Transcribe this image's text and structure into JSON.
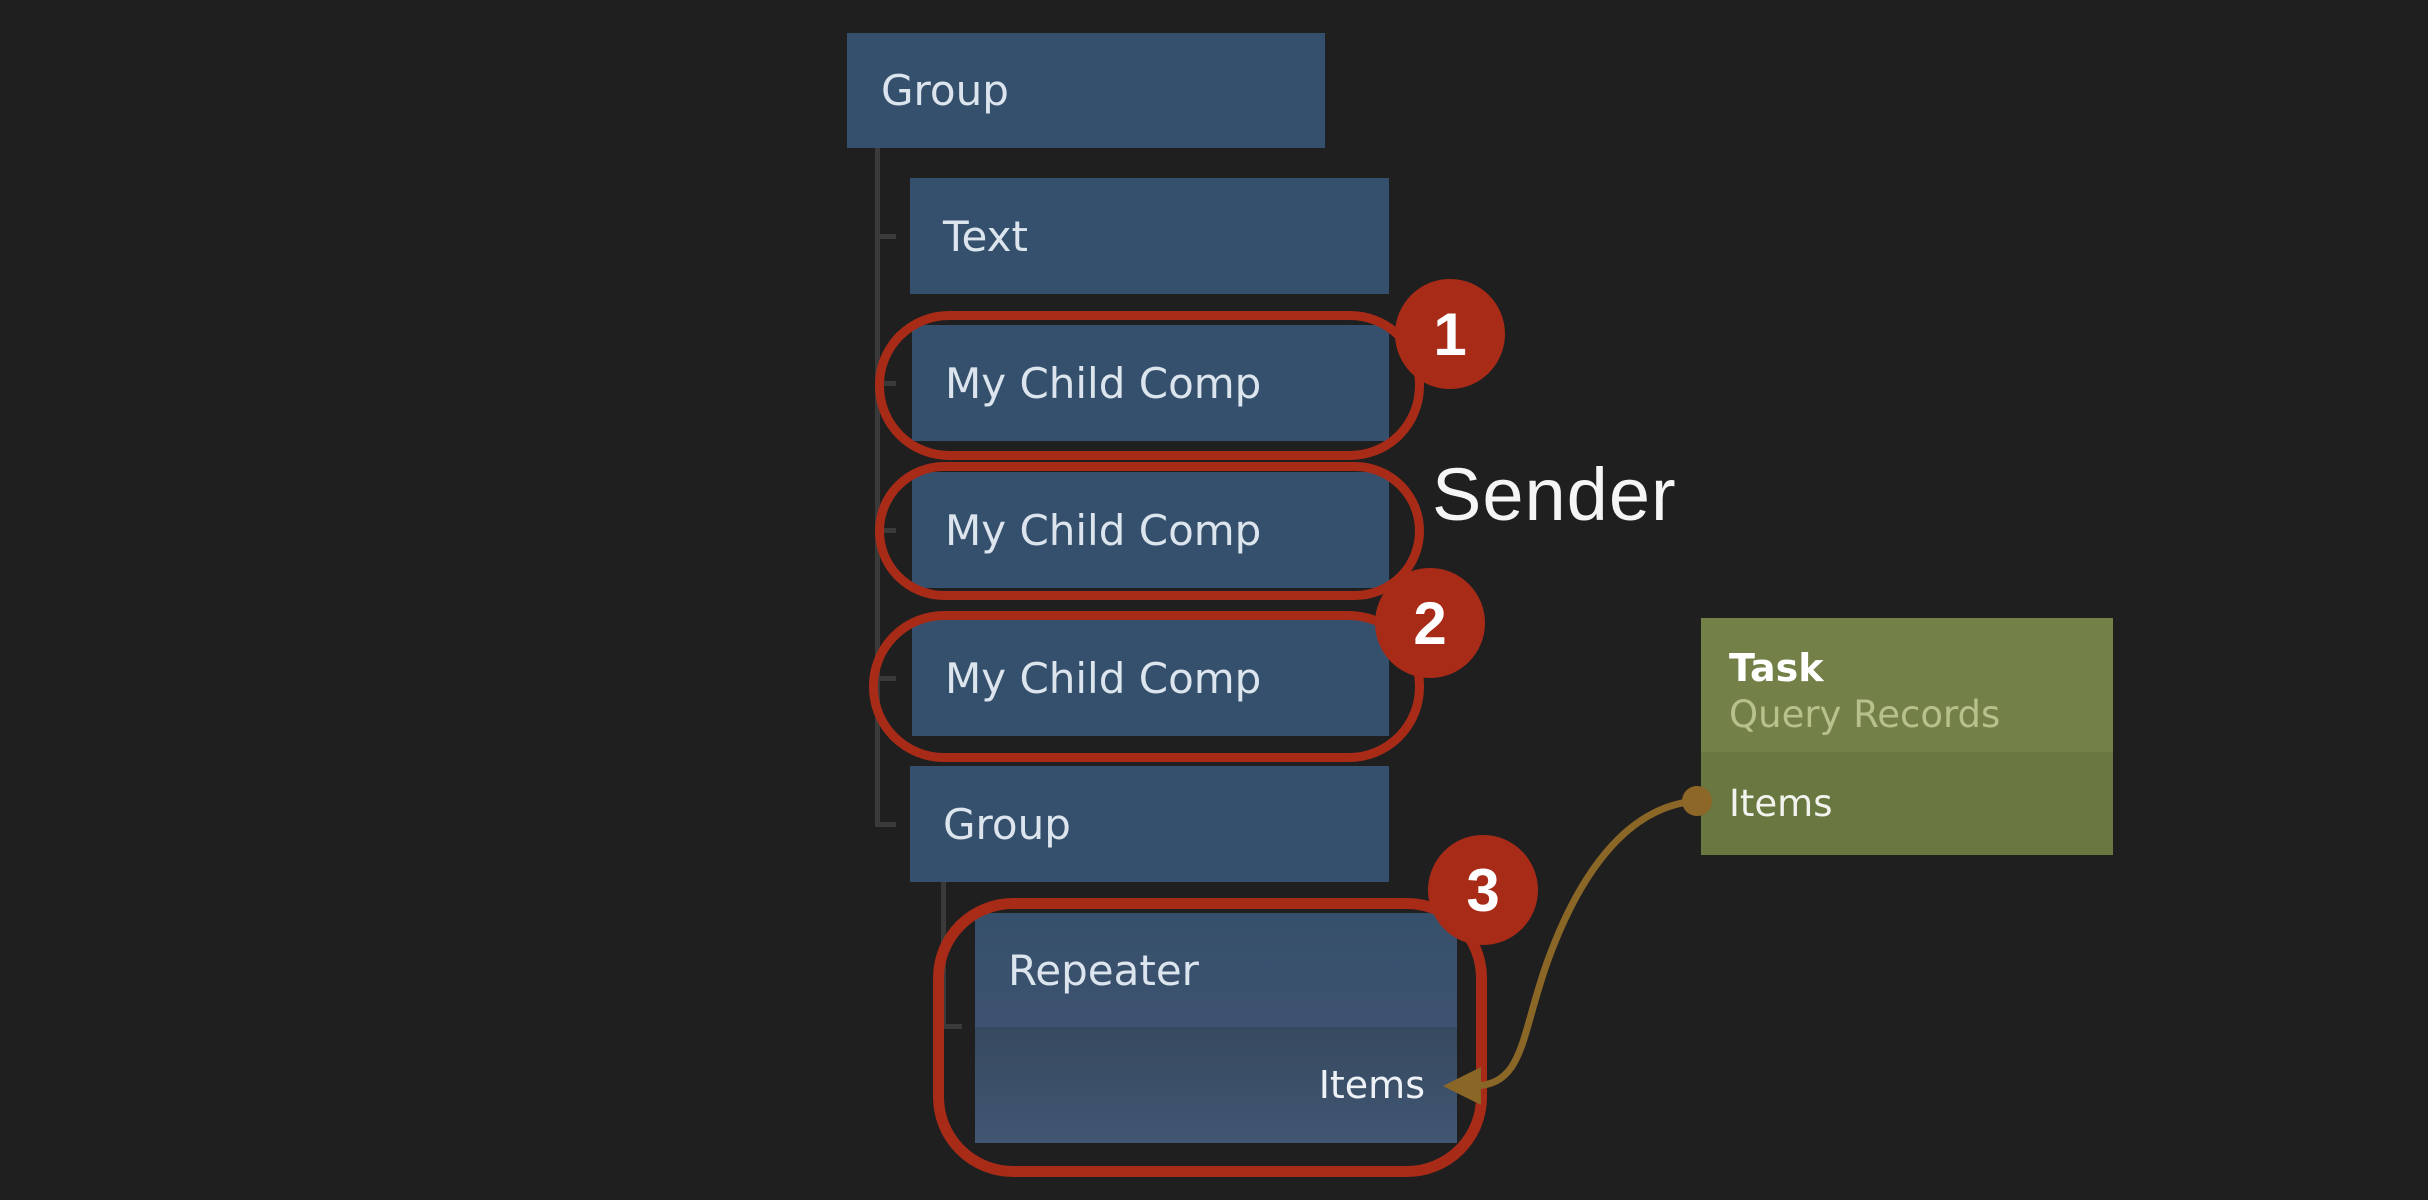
{
  "canvas": {
    "background": "#201f1f"
  },
  "tree": {
    "nodes": [
      {
        "id": "group-1",
        "label": "Group"
      },
      {
        "id": "text-node",
        "label": "Text"
      },
      {
        "id": "child-1",
        "label": "My Child Comp"
      },
      {
        "id": "child-2",
        "label": "My Child Comp"
      },
      {
        "id": "child-3",
        "label": "My Child Comp"
      },
      {
        "id": "group-2",
        "label": "Group"
      },
      {
        "id": "repeater",
        "label": "Repeater",
        "property_label": "Items"
      }
    ],
    "node_color": "#35506c",
    "node_text_color": "#dce5ed"
  },
  "annotations": {
    "badge_1": "1",
    "badge_2": "2",
    "badge_3": "3",
    "sender_label": "Sender",
    "highlight_color": "#a82b18"
  },
  "task_card": {
    "title": "Task",
    "subtitle": "Query Records",
    "property_label": "Items",
    "header_color": "#738148",
    "body_color": "#697741"
  },
  "connection": {
    "color": "#8b6727",
    "from": "task-card Items port",
    "to": "repeater Items label"
  }
}
